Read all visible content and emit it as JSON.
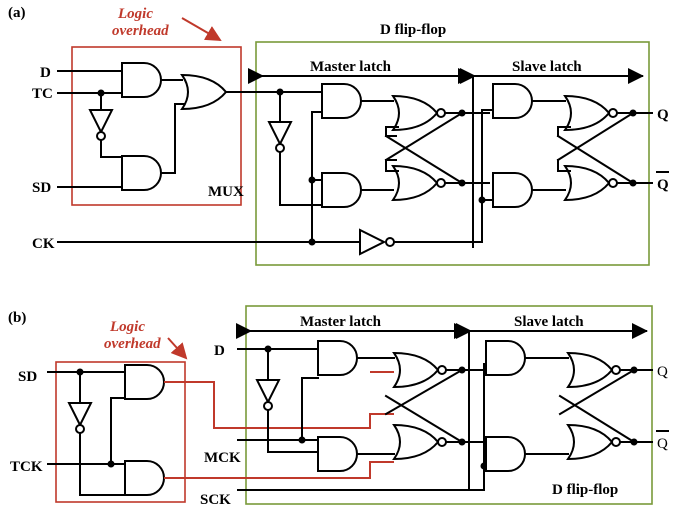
{
  "panel_a": {
    "tag": "(a)",
    "overhead_line1": "Logic",
    "overhead_line2": "overhead",
    "ff_title": "D flip-flop",
    "master": "Master latch",
    "slave": "Slave latch",
    "mux": "MUX",
    "in_d": "D",
    "in_tc": "TC",
    "in_sd": "SD",
    "in_ck": "CK",
    "out_q": "Q",
    "out_qb": "Q"
  },
  "panel_b": {
    "tag": "(b)",
    "overhead_line1": "Logic",
    "overhead_line2": "overhead",
    "ff_title": "D flip-flop",
    "master": "Master latch",
    "slave": "Slave latch",
    "in_sd": "SD",
    "in_tck": "TCK",
    "in_d": "D",
    "in_mck": "MCK",
    "in_sck": "SCK",
    "out_q": "Q",
    "out_qb": "Q"
  },
  "colors": {
    "overhead": "#c0392b",
    "ff_box": "#7a9a3a",
    "wire": "#000000"
  }
}
